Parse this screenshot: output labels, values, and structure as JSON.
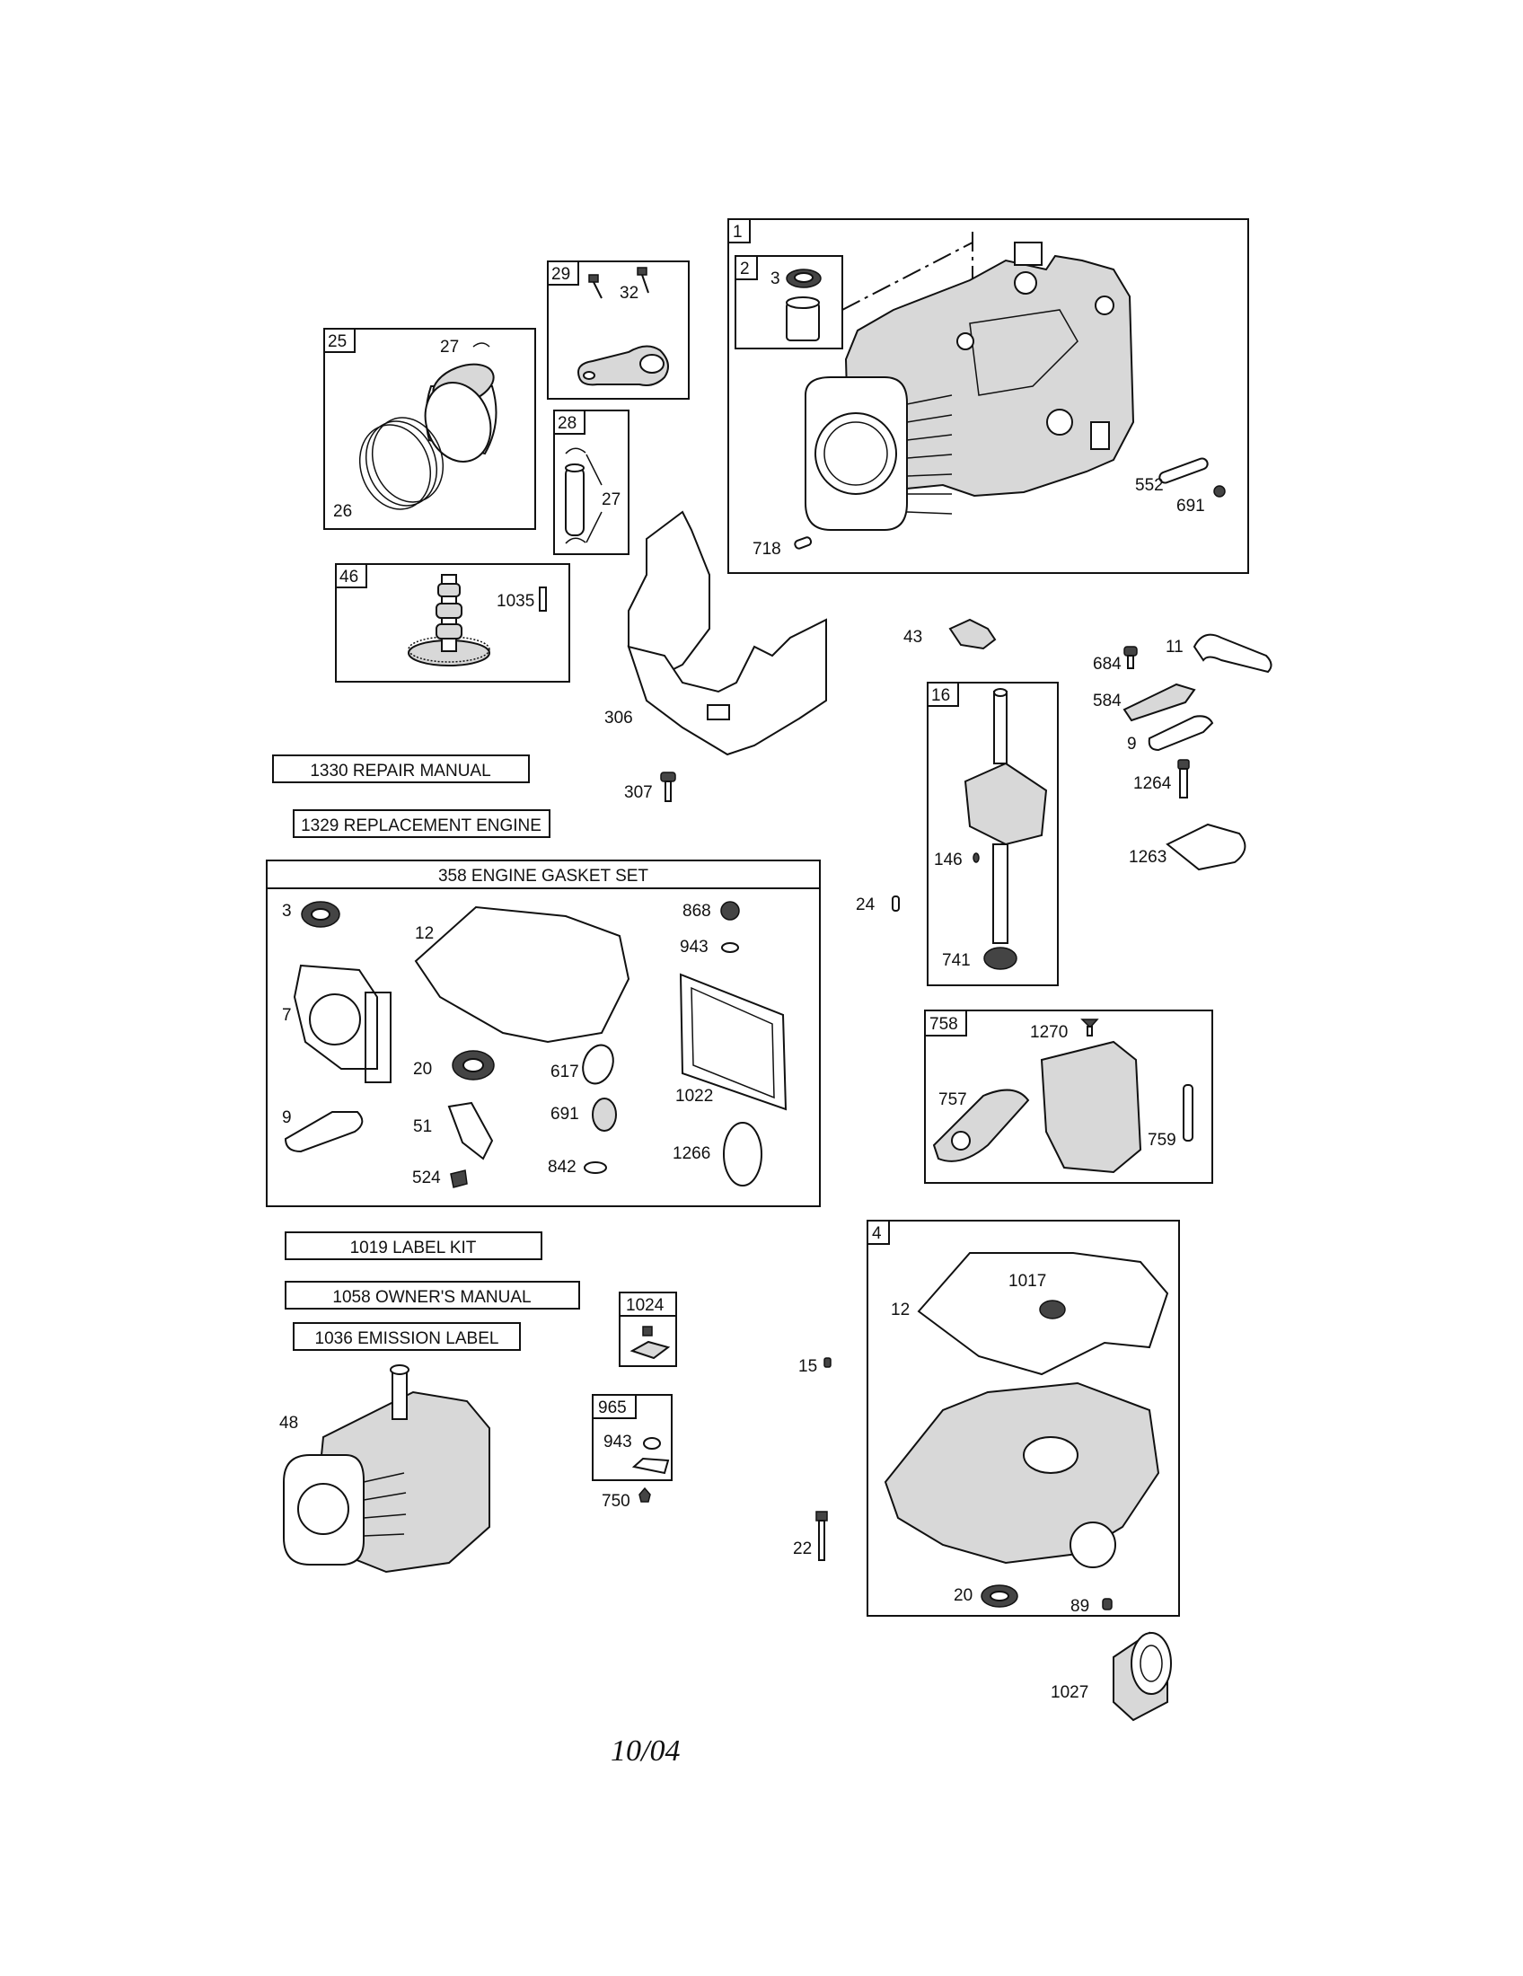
{
  "date": "10/04",
  "labels": {
    "repair_manual": "1330 REPAIR MANUAL",
    "replacement_engine": "1329 REPLACEMENT ENGINE",
    "gasket_set_title": "358 ENGINE GASKET SET",
    "label_kit": "1019 LABEL KIT",
    "owners_manual": "1058 OWNER'S MANUAL",
    "emission_label": "1036 EMISSION LABEL"
  },
  "group_boxes": {
    "g1": "1",
    "g2": "2",
    "g25": "25",
    "g29": "29",
    "g28": "28",
    "g46": "46",
    "g16": "16",
    "g758": "758",
    "g4": "4",
    "g1024": "1024",
    "g965": "965"
  },
  "callouts": {
    "c3_top": "3",
    "c32": "32",
    "c27a": "27",
    "c26": "26",
    "c27b": "27",
    "c552": "552",
    "c691a": "691",
    "c718": "718",
    "c1035": "1035",
    "c43": "43",
    "c684": "684",
    "c11": "11",
    "c584": "584",
    "c9a": "9",
    "c1264": "1264",
    "c1263": "1263",
    "c306": "306",
    "c307": "307",
    "c146": "146",
    "c741": "741",
    "c24": "24",
    "g_3": "3",
    "g_12": "12",
    "g_868": "868",
    "g_943": "943",
    "g_7": "7",
    "g_20": "20",
    "g_617": "617",
    "g_1022": "1022",
    "g_9": "9",
    "g_51": "51",
    "g_691": "691",
    "g_1266": "1266",
    "g_524": "524",
    "g_842": "842",
    "c1270": "1270",
    "c757": "757",
    "c759": "759",
    "c1017": "1017",
    "c12b": "12",
    "c15": "15",
    "c22": "22",
    "c20b": "20",
    "c89": "89",
    "c1027": "1027",
    "c48": "48",
    "c943b": "943",
    "c750": "750"
  }
}
